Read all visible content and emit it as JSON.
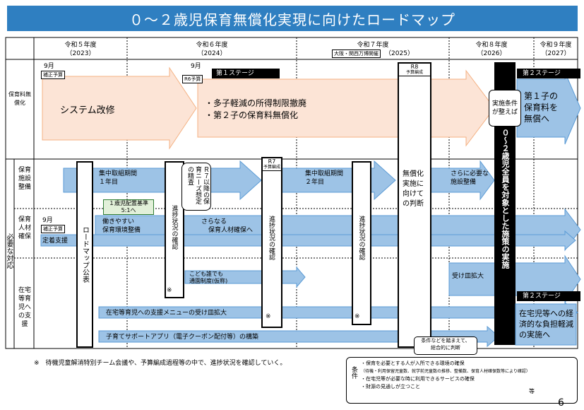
{
  "title": "０～２歳児保育無償化実現に向けたロードマップ",
  "years": [
    {
      "era": "令和５年度",
      "west": "（2023）"
    },
    {
      "era": "令和６年度",
      "west": "（2024）"
    },
    {
      "era": "令和７年度",
      "west": "（2025）"
    },
    {
      "era": "令和８年度",
      "west": "（2026）"
    },
    {
      "era": "令和９年度",
      "west": "（2027）"
    }
  ],
  "expo_label": "大阪・関西万博開催",
  "rows": {
    "fee": "保育料無償化",
    "side": "必要な対応",
    "facility": "保育施設整備",
    "staff": "保育人材確保",
    "home": "在宅等育児への支援"
  },
  "top": {
    "month1": "9月",
    "tag1": "補正予算",
    "system": "システム改修",
    "month2": "9月",
    "tag2": "R6予算",
    "stage1": "第１ステージ",
    "bullet1": "・多子軽減の所得制限撤廃",
    "bullet2": "・第２子の保育料無償化",
    "r8": "R8",
    "r8_sub": "予算編成",
    "conditions_met": "実施条件が整えば",
    "stage2": "第２ステージ",
    "first_child": "第１子の保育料を無償へ"
  },
  "mid": {
    "roadmap_pub": "ロードマップ公表",
    "concentrated1": "集中取組期間",
    "year1": "１年目",
    "r7_needs": "Ｒ７以降の保育ニーズ想定の精査",
    "progress_check": "進捗状況の確認",
    "r7": "R7",
    "r7_sub": "予算編成",
    "concentrated2": "集中取組期間",
    "year2": "２年目",
    "judgment": "無償化実施に向けての判断",
    "more_facility1": "さらに必要な",
    "more_facility2": "施設整備",
    "standard1": "１歳児配置基準",
    "standard2": "5:1へ",
    "month3": "9月",
    "tag3": "補正予算",
    "retention": "定着支援",
    "env1": "働きやすい",
    "env2": "保育環境整備",
    "more_staff1": "さらなる",
    "more_staff2": "保育人材確保へ",
    "anyone1": "こども誰でも",
    "anyone2": "通園制度(仮称)",
    "expand": "受け皿拡大",
    "home_menu": "在宅等育児への支援メニューの受け皿拡大",
    "app": "子育てサポートアプリ（電子クーポン配付等）の構築",
    "mark": "※",
    "cond_note1": "条件などを踏まえて、",
    "cond_note2": "総合的に判断",
    "all_children": "０～２歳児全員を対象とした施策の実施",
    "stage2b": "第２ステージ",
    "home_relief": "在宅児等への経済的な負担軽減の実施へ"
  },
  "footer": {
    "note": "※　待機児童解消特別チーム会議や、予算編成過程等の中で、進捗状況を確認していく。",
    "cond_label": "条件",
    "c1": "・保育を必要とする人が入所できる環境の確保",
    "c1_sub": "（待機・利用保留児童数、就学前児童数の推移、整備数、保育人材確保数等により確認）",
    "c2": "・在宅児等が必要な時に利用できるサービスの確保",
    "c3": "・財源の見通しが立つこと",
    "etc": "等",
    "page": "6"
  },
  "colors": {
    "title_bg": "#2f7fc1",
    "peach": "#fce4d6",
    "blue": "#9dc3e6",
    "stage": "#000000"
  }
}
